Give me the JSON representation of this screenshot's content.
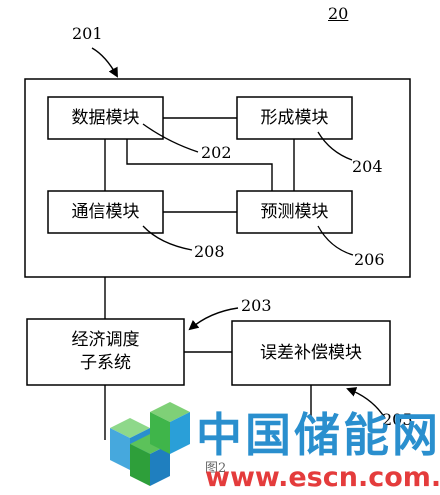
{
  "figure": {
    "figure_ref": "20",
    "labels": {
      "system": "201",
      "data_module": "202",
      "dispatch": "203",
      "forming": "204",
      "compensation": "205",
      "prediction": "206",
      "comm": "208"
    },
    "modules": {
      "data": "数据模块",
      "forming": "形成模块",
      "comm": "通信模块",
      "prediction": "预测模块",
      "dispatch_line1": "经济调度",
      "dispatch_line2": "子系统",
      "compensation": "误差补偿模块"
    },
    "bottom_text": "图2"
  },
  "watermark": {
    "title": "中国储能网",
    "url": "www.escn.com.cn",
    "colors": {
      "green": "#3fb54a",
      "blue": "#2a9fd8",
      "red": "#e43c3c",
      "title": "#2a8fce"
    }
  },
  "colors": {
    "line": "#000000",
    "fill": "#ffffff"
  }
}
